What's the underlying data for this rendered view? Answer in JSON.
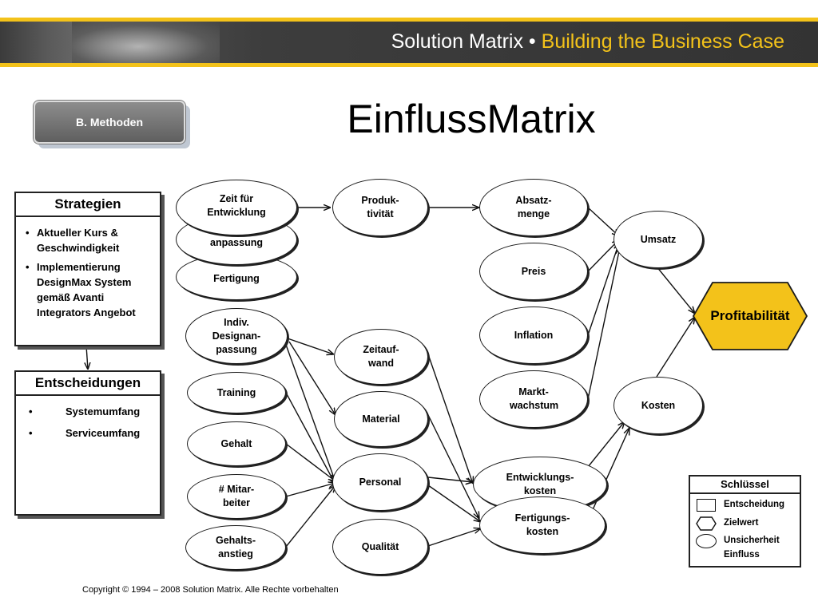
{
  "header": {
    "brand": "Solution Matrix",
    "separator": " • ",
    "subtitle": "Building the Business Case"
  },
  "badge": {
    "label": "B. Methoden"
  },
  "title": "EinflussMatrix",
  "strategien": {
    "heading": "Strategien",
    "items": [
      "Aktueller Kurs & Geschwindigkeit",
      "Implementierung DesignMax System gemäß Avanti Integrators Angebot"
    ]
  },
  "entscheidungen": {
    "heading": "Entscheidungen",
    "items": [
      "Systemumfang",
      "Serviceumfang"
    ]
  },
  "nodes": {
    "zeit": "Zeit für Entwicklung",
    "design": "Design-anpassung",
    "fertigung": "Fertigung",
    "indiv": "Indiv. Designan-passung",
    "training": "Training",
    "gehalt": "Gehalt",
    "mitarbeiter": "# Mitar-beiter",
    "gehaltsanstieg": "Gehalts-anstieg",
    "produktivitaet": "Produk-tivität",
    "zeitaufwand": "Zeitauf-wand",
    "material": "Material",
    "personal": "Personal",
    "qualitaet": "Qualität",
    "absatzmenge": "Absatz-menge",
    "preis": "Preis",
    "inflation": "Inflation",
    "marktwachstum": "Markt-wachstum",
    "entwicklungskosten": "Entwicklungs-kosten",
    "fertigungskosten": "Fertigungs-kosten",
    "umsatz": "Umsatz",
    "kosten": "Kosten",
    "profitabilitaet": "Profitabilität"
  },
  "legend": {
    "title": "Schlüssel",
    "entscheidung": "Entscheidung",
    "zielwert": "Zielwert",
    "unsicherheit": "Unsicherheit",
    "einfluss": "Einfluss"
  },
  "colors": {
    "accent": "#f3c21a",
    "target": "#f3c21a",
    "header": "#3d3d3d"
  },
  "copyright": "Copyright © 1994 – 2008 Solution Matrix. Alle Rechte vorbehalten"
}
